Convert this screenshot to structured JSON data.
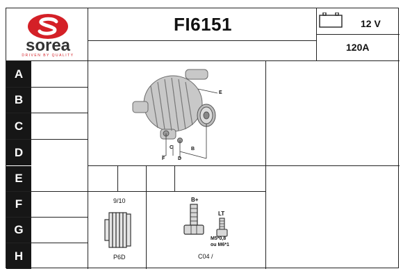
{
  "brand": {
    "name": "sorea",
    "tagline": "DRIVEN BY QUALITY",
    "color": "#d42027"
  },
  "part_number": "FI6151",
  "specs": {
    "voltage": "12 V",
    "amperage": "120A"
  },
  "row_labels": [
    "A",
    "B",
    "C",
    "D",
    "E",
    "F",
    "G",
    "H"
  ],
  "illustration": {
    "callouts": {
      "e": "E",
      "c": "C",
      "b": "B",
      "f": "F",
      "d": "D"
    }
  },
  "pulley": {
    "top_label": "9/10",
    "bottom_label": "P6D"
  },
  "terminals": {
    "b_plus": "B+",
    "lt": "LT",
    "thread_line1": "M5*0,8",
    "thread_line2": "ou M6*1",
    "code": "C04 /"
  },
  "icons": {
    "battery": "battery-icon",
    "alternator": "alternator-icon",
    "pulley": "pulley-icon",
    "bolt": "bolt-icon",
    "stud": "stud-icon"
  }
}
